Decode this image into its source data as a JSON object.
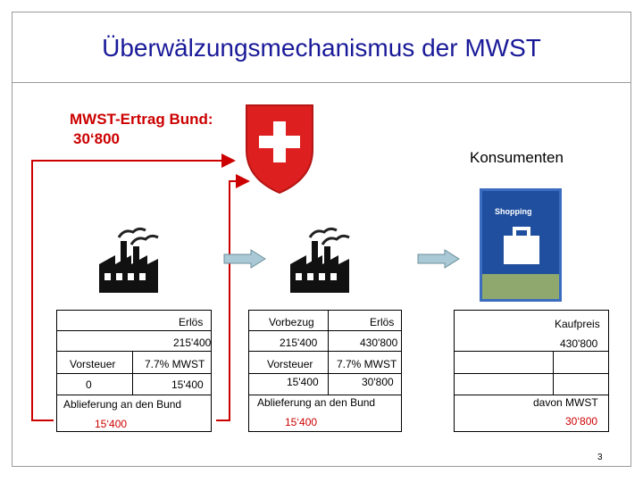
{
  "title": "Überwälzungsmechanismus der MWST",
  "ertrag": {
    "label": "MWST-Ertrag Bund:",
    "value": "30‘800"
  },
  "konsumenten": "Konsumenten",
  "shopping_sign": "Shopping",
  "colors": {
    "title": "#1a1a99",
    "red": "#cc0000",
    "arrow": "#a9c9d6",
    "sign_blue": "#1f4f9e"
  },
  "icons": [
    "swiss-coat-of-arms-icon",
    "factory-icon",
    "factory-icon",
    "shopping-bag-sign-icon",
    "right-arrow-icon"
  ],
  "table1": {
    "erloes": "Erlös",
    "erloes_value": "215'400",
    "vorsteuer": "Vorsteuer",
    "rate": "7.7% MWST",
    "vorsteuer_value": "0",
    "mwst_value": "15'400",
    "ablieferung": "Ablieferung an den Bund",
    "ablieferung_value": "15‘400"
  },
  "table2": {
    "vorbezug": "Vorbezug",
    "erloes": "Erlös",
    "vorbezug_value": "215'400",
    "erloes_value": "430'800",
    "vorsteuer": "Vorsteuer",
    "rate": "7.7% MWST",
    "vorsteuer_value": "15'400",
    "mwst_value": "30'800",
    "ablieferung": "Ablieferung an den Bund",
    "ablieferung_value": "15‘400"
  },
  "table3": {
    "kaufpreis": "Kaufpreis",
    "kaufpreis_value": "430'800",
    "davon": "davon MWST",
    "davon_value": "30‘800"
  },
  "page_number": "3"
}
